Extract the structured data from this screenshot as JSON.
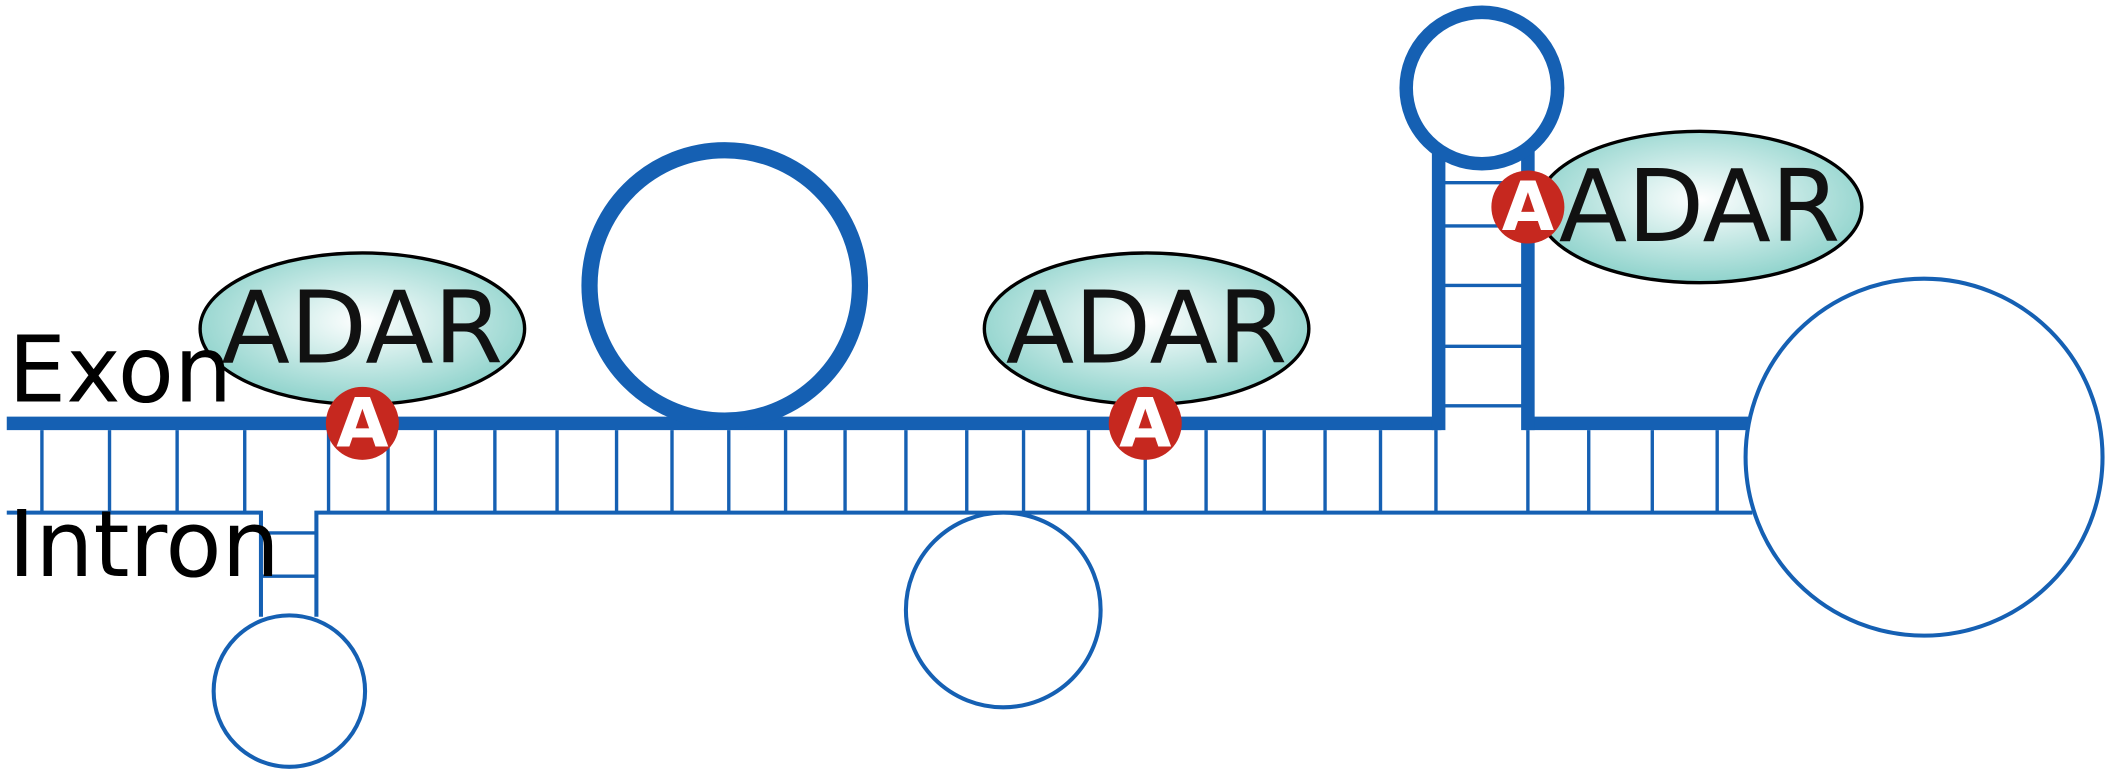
{
  "labels": {
    "exon": "Exon",
    "intron": "Intron"
  },
  "protein": {
    "name": "ADAR"
  },
  "edited_base": "A",
  "colors": {
    "strand": "#1560b3",
    "adar_fill_center": "#ffffff",
    "adar_fill_edge": "#8fd3cc",
    "edit_site": "#c6281f"
  }
}
